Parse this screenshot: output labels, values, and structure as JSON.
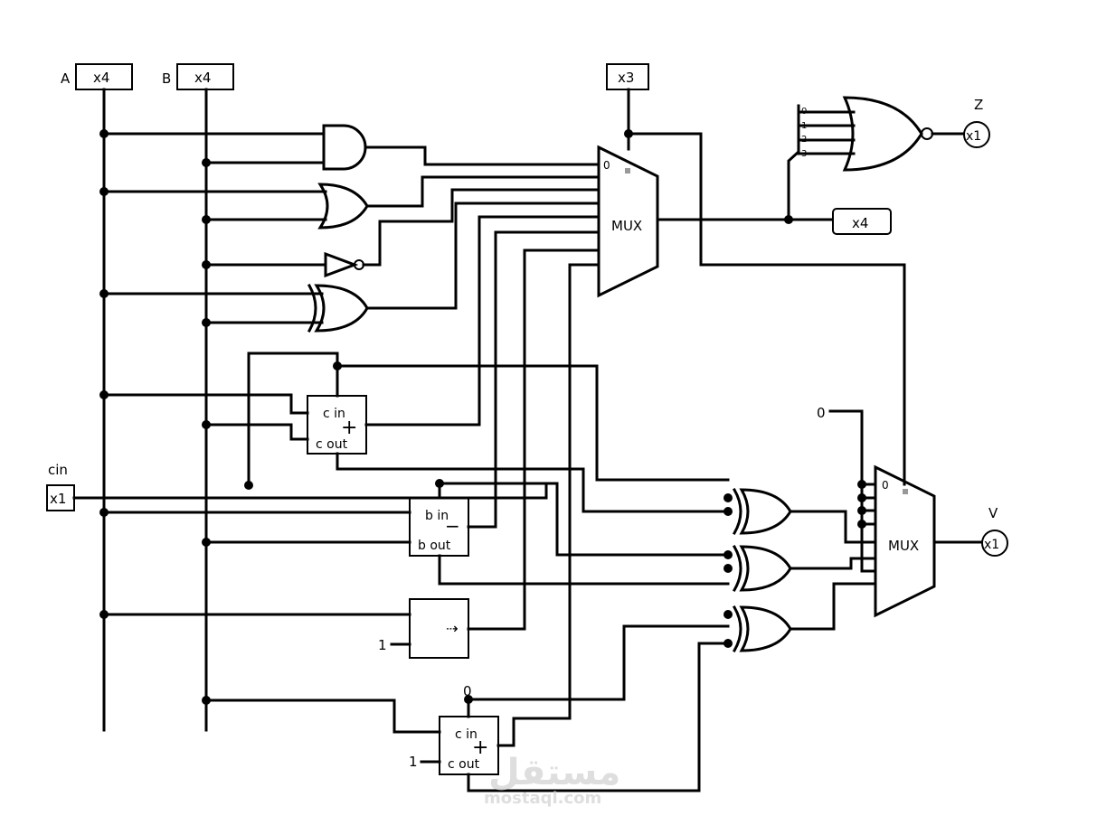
{
  "inputs": {
    "a": {
      "name": "A",
      "width": "x4"
    },
    "b": {
      "name": "B",
      "width": "x4"
    },
    "cin": {
      "name": "cin",
      "width": "x1"
    },
    "sel": {
      "width": "x3"
    }
  },
  "mux_main": {
    "label": "MUX",
    "first_port": "0"
  },
  "mux_v": {
    "label": "MUX",
    "first_port": "0"
  },
  "split_bits": [
    "0",
    "1",
    "2",
    "3"
  ],
  "outputs": {
    "z": {
      "name": "Z",
      "width": "x1"
    },
    "v": {
      "name": "V",
      "width": "x1"
    },
    "result": {
      "width": "x4"
    }
  },
  "adder1": {
    "cin": "c in",
    "cout": "c out",
    "op": "+"
  },
  "subtractor": {
    "bin": "b in",
    "bout": "b out",
    "op": "−"
  },
  "shifter": {
    "op": "⇢"
  },
  "adder2": {
    "cin": "c in",
    "cout": "c out",
    "op": "+"
  },
  "constants": {
    "mux_v_const": "0",
    "adder2_cin": "0",
    "shift_amt": "1",
    "adder2_b": "1"
  },
  "watermark": {
    "arabic": "مستقل",
    "latin": "mostaql.com"
  }
}
